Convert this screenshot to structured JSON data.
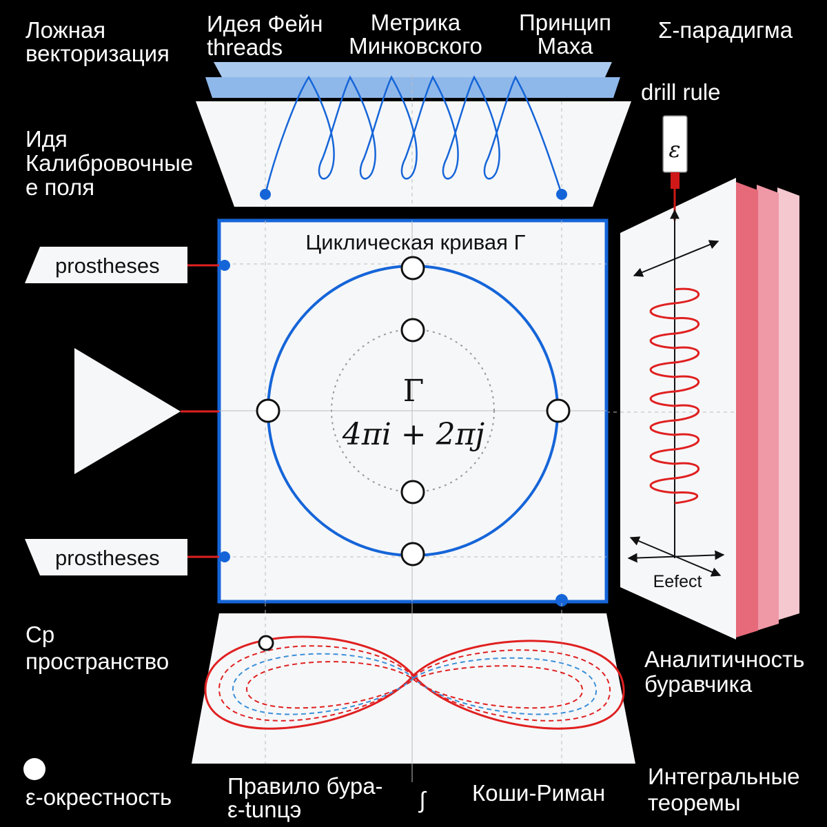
{
  "labels": {
    "top_left": [
      "Ложная",
      "векторизация"
    ],
    "top_1": [
      "Идея Фейн",
      "threads"
    ],
    "top_2": [
      "Метрика",
      "Минковского"
    ],
    "top_3": [
      "Принцип",
      "Маха"
    ],
    "top_right": "Σ-парадигма",
    "drill_rule": "drill rule",
    "left_mid": [
      "Идя",
      "Калибровочные",
      "е поля"
    ],
    "prosthesis_top": "prostheses",
    "prosthesis_bottom": "prostheses",
    "square_title": "Циклическая кривая Γ",
    "center_symbol": "Γ",
    "center_formula": "4πi + 2πj",
    "epsilon": "ε",
    "effect": "Eefect",
    "cp_space": [
      "Cp",
      "пространство"
    ],
    "analyticity": [
      "Аналитичность",
      "буравчика"
    ],
    "eps_neighborhood": "ε-окрестность",
    "rule_bottom": [
      "Правило бура-",
      "ε-tunцэ"
    ],
    "integral": "∫",
    "cauchy": "Коши-Риман",
    "integral_theorems": [
      "Интегральные",
      "теоремы"
    ]
  },
  "colors": {
    "accent_blue": "#1565d8",
    "accent_red": "#e02020",
    "panel": "#f6f7f9",
    "background": "#000000"
  }
}
